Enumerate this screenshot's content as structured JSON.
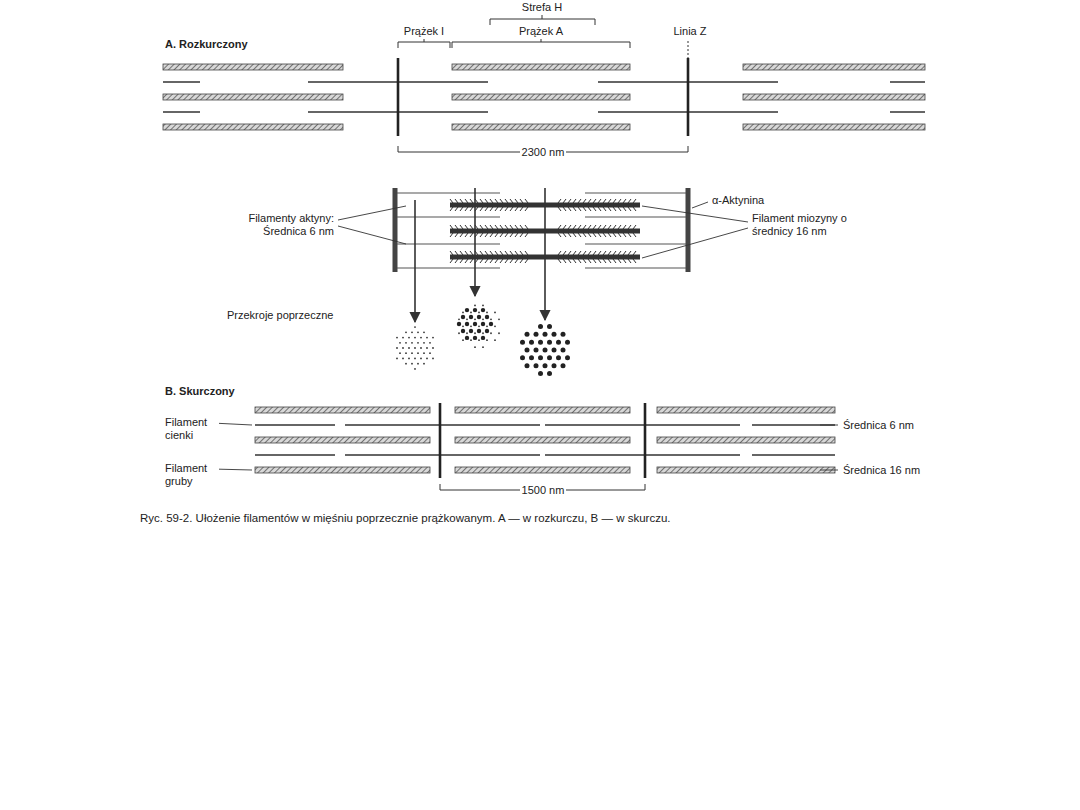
{
  "diagram": {
    "caption": "Ryc. 59-2. Ułożenie filamentów w mięśniu poprzecznie prążkowanym. A — w rozkurczu, B — w skurczu.",
    "labels": [
      "A. Rozkurczony",
      "Strefa H",
      "Prążek I",
      "Prążek A",
      "Linia Z",
      "2300 nm",
      "Filamenty aktyny: Średnica 6 nm",
      "α-Aktynina",
      "Filament miozyny o średnicy 16 nm",
      "Przekroje poprzeczne",
      "B. Skurczony",
      "Filament cienki",
      "Filament gruby",
      "Średnica 6 nm",
      "1500 nm",
      "Średnica 16 nm"
    ]
  }
}
